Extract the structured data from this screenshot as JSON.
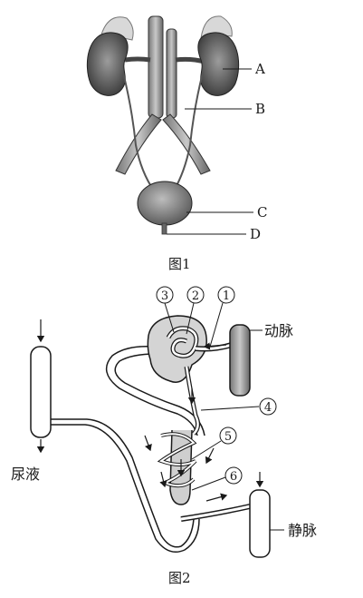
{
  "figure1": {
    "caption": "图1",
    "labels": {
      "A": "A",
      "B": "B",
      "C": "C",
      "D": "D"
    }
  },
  "figure2": {
    "caption": "图2",
    "labels": {
      "artery": "动脉",
      "vein": "静脉",
      "urine": "尿液",
      "n1": "1",
      "n2": "2",
      "n3": "3",
      "n4": "4",
      "n5": "5",
      "n6": "6"
    }
  }
}
